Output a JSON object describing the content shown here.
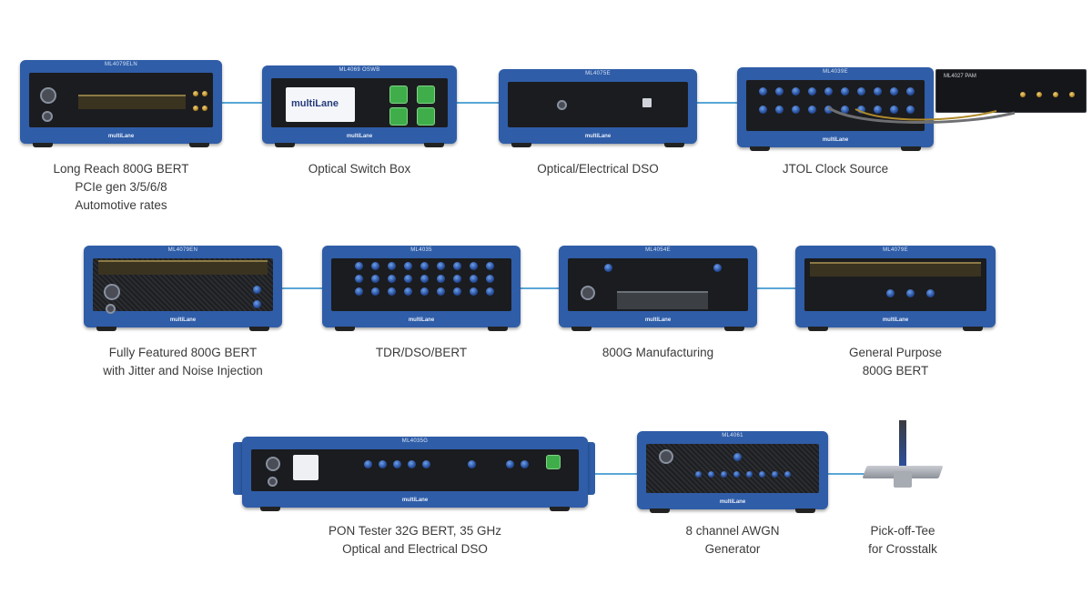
{
  "instruments": [
    {
      "id": "ml4079-eln",
      "model": "ML4079ELN",
      "brand": "multiLane",
      "caption": [
        "Long Reach 800G BERT",
        "PCIe gen 3/5/6/8",
        "Automotive rates"
      ]
    },
    {
      "id": "switch",
      "model": "ML4069 OSWB",
      "brand": "multiLane",
      "screen_logo": "multiLane",
      "caption": [
        "Optical Switch Box"
      ]
    },
    {
      "id": "dso",
      "model": "ML4075E",
      "brand": "multiLane",
      "caption": [
        "Optical/Electrical DSO"
      ]
    },
    {
      "id": "jtol",
      "model": "ML4039E",
      "brand": "multiLane",
      "caption": [
        "JTOL Clock Source"
      ]
    },
    {
      "id": "full-bert",
      "model": "ML4079EN",
      "brand": "multiLane",
      "caption": [
        "Fully Featured 800G BERT",
        "with Jitter and Noise Injection"
      ]
    },
    {
      "id": "tdr",
      "model": "ML4035",
      "brand": "multiLane",
      "caption": [
        "TDR/DSO/BERT"
      ]
    },
    {
      "id": "mfg",
      "model": "ML4054E",
      "brand": "multiLane",
      "caption": [
        "800G Manufacturing"
      ]
    },
    {
      "id": "gp-bert",
      "model": "ML4079E",
      "brand": "multiLane",
      "caption": [
        "General Purpose",
        "800G BERT"
      ]
    },
    {
      "id": "pon",
      "model": "ML4035G",
      "brand": "multiLane",
      "caption": [
        "PON Tester 32G BERT, 35 GHz",
        "Optical and Electrical DSO"
      ]
    },
    {
      "id": "awgn",
      "model": "ML4061",
      "brand": "multiLane",
      "caption": [
        "8 channel AWGN",
        "Generator"
      ]
    },
    {
      "id": "tee",
      "caption": [
        "Pick-off-Tee",
        "for Crosstalk"
      ]
    }
  ],
  "pam_module": {
    "title": "ML4027 PAM"
  },
  "colors": {
    "chassis": "#2f5da8",
    "panel": "#1b1c1f",
    "connector": "#2a53a3",
    "link": "#5aa7d6",
    "button": "#3fae4a"
  }
}
